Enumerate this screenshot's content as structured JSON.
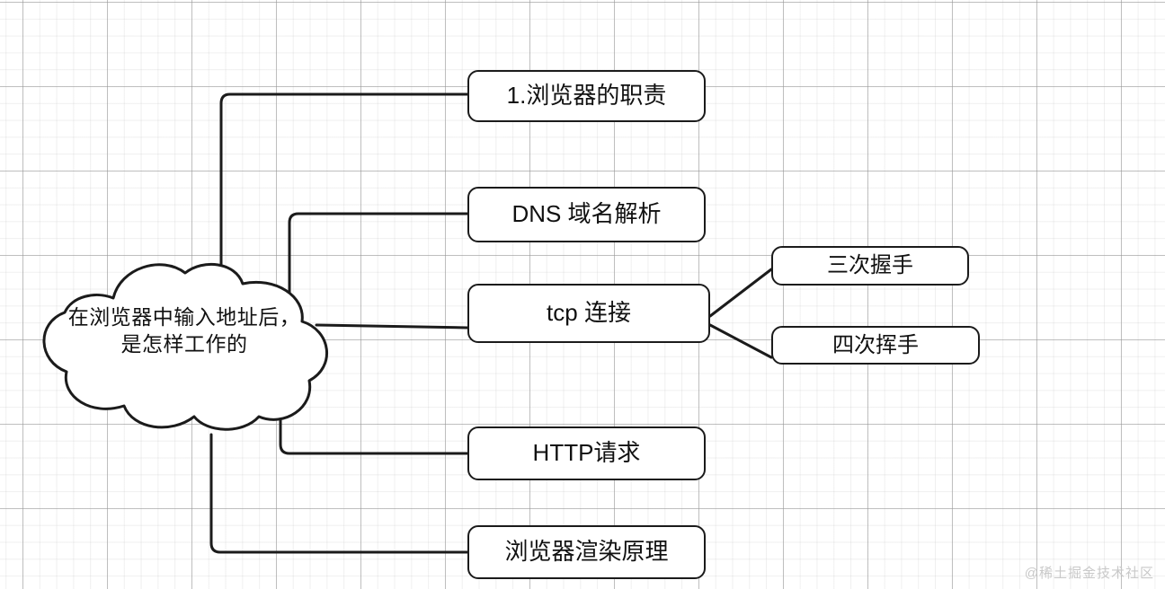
{
  "diagram": {
    "title": "在浏览器中输入地址后，是怎样工作的",
    "root": {
      "name": "root-cloud",
      "line1": "在浏览器中输入地址后，",
      "line2": "是怎样工作的",
      "shape": "cloud"
    },
    "branches": [
      {
        "id": "browser-duty",
        "label": "1.浏览器的职责",
        "level": 1
      },
      {
        "id": "dns",
        "label": "DNS 域名解析",
        "level": 1
      },
      {
        "id": "tcp",
        "label": "tcp 连接",
        "level": 1
      },
      {
        "id": "http",
        "label": "HTTP请求",
        "level": 1
      },
      {
        "id": "render",
        "label": "浏览器渲染原理",
        "level": 1
      }
    ],
    "tcp_children": [
      {
        "id": "handshake-3",
        "label": "三次握手",
        "level": 2
      },
      {
        "id": "wave-4",
        "label": "四次挥手",
        "level": 2
      }
    ],
    "watermark": "@稀土掘金技术社区",
    "colors": {
      "stroke": "#1b1b1b",
      "node_fill": "#ffffff",
      "text": "#111111",
      "grid_major": "#969696",
      "grid_minor": "#b9b9b9",
      "watermark": "#c9c9c9",
      "background": "#ffffff"
    }
  }
}
